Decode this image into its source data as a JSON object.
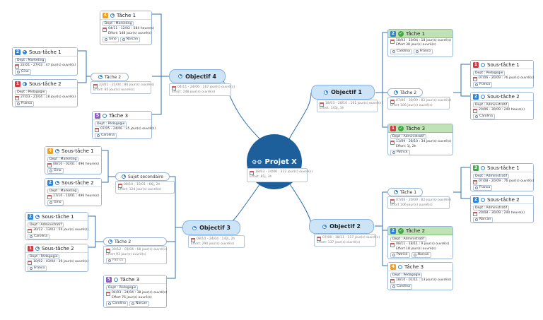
{
  "root": {
    "title": "Projet X",
    "dates": "18/03 - 24/06 : 322 jour(s) ouvré(s)",
    "effort": "Effort: 81j, 3h"
  },
  "objectives": {
    "o1": {
      "title": "Objectif 1",
      "dates": "18/03 - 28/10 : 161 jour(s) ouvré(s)",
      "effort": "Effort: 143j, 3h"
    },
    "o2": {
      "title": "Objectif 2",
      "dates": "07/06 - 18/11 : 117 jour(s) ouvré(s)",
      "effort": "Effort: 137 jour(s) ouvré(s)"
    },
    "o3": {
      "title": "Objectif 3",
      "dates": "08/10 - 24/04 : 142j, 2h",
      "effort": "Effort: 290 jour(s) ouvré(s)"
    },
    "o4": {
      "title": "Objectif 4",
      "dates": "04/11 - 24/06 : 167 jour(s) ouvré(s)",
      "effort": "Effort: 248 jour(s) ouvré(s)"
    }
  },
  "cards": {
    "o4t1": {
      "label": "Tâche 1",
      "prio": "4",
      "dept": "Dept : Marketing",
      "dates": "04/11 - 12/02 : 584 heure(s)",
      "effort": "Effort: 148 jour(s) ouvré(s)",
      "p1": "Gino",
      "p2": "Narcan"
    },
    "o4t3": {
      "label": "Tâche 3",
      "prio": "5",
      "dept": "Dept : Pédagogie",
      "dates": "07/05 - 24/06 : 35 jour(s) ouvré(s)",
      "p1": "Carolina"
    },
    "o4s1": {
      "label": "Sous-tâche 1",
      "prio": "2",
      "dept": "Dept : Marketing",
      "dates": "22/01 - 27/03 : 47 jour(s) ouvré(s)",
      "p1": "Gino"
    },
    "o4s2": {
      "label": "Sous-tâche 2",
      "prio": "1",
      "dept": "Dept : Pédagogie",
      "dates": "27/03 - 21/04 : 18 jour(s) ouvré(s)",
      "p1": "Franco"
    },
    "o1t1": {
      "label": "Tâche 1",
      "prio": "2",
      "dates": "18/03 - 10/04 : 18 jour(s) ouvré(s)",
      "effort": "Effort 38 jour(s) ouvré(s)",
      "p1": "Carolina",
      "p2": "Franco"
    },
    "o1t3": {
      "label": "Tâche 3",
      "prio": "1",
      "dept": "Dept : Administratif",
      "dates": "11/09 - 28/10 : 34 jour(s) ouvré(s)",
      "effort": "Effort: 1j, 2h",
      "p1": "Patrick"
    },
    "o1s1": {
      "label": "Sous-tâche 1",
      "prio": "1",
      "dept": "Dept : Pédagogie",
      "dates": "07/06 - 20/09 : 76 jour(s) ouvré(s)",
      "p1": "Franco"
    },
    "o1s2": {
      "label": "Sous-tâche 2",
      "prio": "2",
      "dept": "Dept : Administratif",
      "dates": "20/06 - 30/09 : 240 heure(s)",
      "p1": "Carolina"
    },
    "o2t2": {
      "label": "Tâche 2",
      "prio": "2",
      "dept": "Dept : Administratif",
      "dates": "08/11 - 18/11 : 9 jour(s) ouvré(s)",
      "effort": "Effort 18 jour(s) ouvré(s)",
      "p1": "Patrick",
      "p2": "Narcan"
    },
    "o2t3": {
      "label": "Tâche 3",
      "prio": "4",
      "dept": "Dept : Pédagogie",
      "dates": "18/10 - 01/11 : 13 jour(s) ouvré(s)",
      "p1": "Carolina"
    },
    "o2s1": {
      "label": "Sous-tâche 1",
      "prio": "3",
      "dept": "Dept : Administratif",
      "dates": "07/08 - 20/09 : 76 jour(s) ouvré(s)",
      "p1": "Franco"
    },
    "o2s2": {
      "label": "Sous-tâche 2",
      "prio": "2",
      "dept": "Dept : Administratif",
      "dates": "20/08 - 30/09 : 240 heure(s)",
      "p1": "Narcan"
    },
    "o3t3": {
      "label": "Tâche 3",
      "prio": "5",
      "dept": "Dept : Pédagogie",
      "dates": "04/03 - 24/04 : 38 jour(s) ouvré(s)",
      "effort": "Effort 76 jour(s) ouvré(s)",
      "p1": "Carolina",
      "p2": "Narcan"
    },
    "o3a1": {
      "label": "Sous-tâche 1",
      "prio": "4",
      "dept": "Dept : Marketing",
      "dates": "08/10 - 02/01 : 496 heure(s)",
      "p1": "Gino"
    },
    "o3a2": {
      "label": "Sous-tâche 2",
      "prio": "2",
      "dept": "Dept : Marketing",
      "dates": "17/10 - 10/01 : 496 heure(s)",
      "p1": "Gino"
    },
    "o3b1": {
      "label": "Sous-tâche 1",
      "prio": "2",
      "dept": "Dept : Administratif",
      "dates": "30/12 - 13/03 : 54 jour(s) ouvré(s)",
      "p1": "Carolina"
    },
    "o3b2": {
      "label": "Sous-tâche 2",
      "prio": "1",
      "dept": "Dept : Pédagogie",
      "dates": "10/02 - 03/04 : 39 jour(s) ouvré(s)",
      "p1": "Franco"
    }
  },
  "small": {
    "o4t2": {
      "label": "Tâche 2",
      "dates": "22/01 - 21/04 : 86 jour(s) ouvré(s)",
      "effort": "Effort: 85 jour(s) ouvré(s)"
    },
    "o1t2": {
      "label": "Tâche 2",
      "dates": "07/06 - 30/09 : 82 jour(s) ouvré(s)",
      "effort": "Effort 106 jour(s) ouvré(s)"
    },
    "o2t1": {
      "label": "Tâche 1",
      "dates": "07/06 - 20/09 : 82 jour(s) ouvré(s)",
      "effort": "Effort 106 jour(s) ouvré(s)"
    },
    "o3sujet": {
      "label": "Sujet secondaire",
      "dates": "08/10 - 10/01 : 66j, 2h",
      "effort": "Effort: 124 jour(s) ouvré(s)"
    },
    "o3t2": {
      "label": "Tâche 2",
      "dates": "30/12 - 03/04 : 68 jour(s) ouvré(s)",
      "effort": "Effort 93 jour(s) ouvré(s)",
      "p1": "Patrick"
    }
  },
  "colors": {
    "p1": "#d9363e",
    "p2": "#2f83d6",
    "p3": "#44a84a",
    "p4": "#f0a020",
    "p5": "#8b5cc8",
    "root": "#1c5f9a",
    "line": "#2c6fb0"
  }
}
